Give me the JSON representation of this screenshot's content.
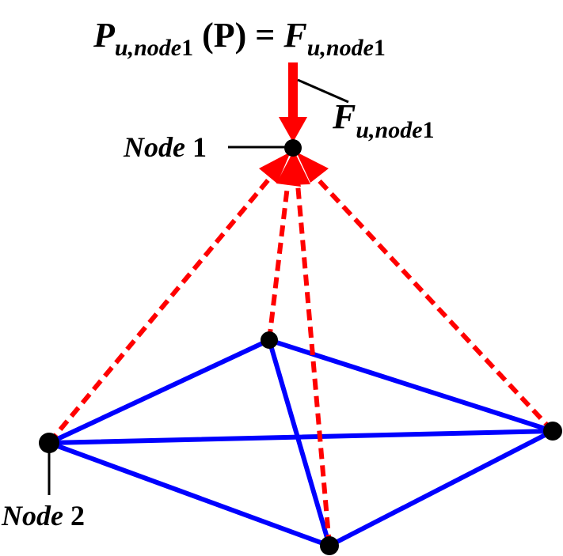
{
  "equation": {
    "lhs_symbol": "P",
    "lhs_subscript": "u,node",
    "lhs_subscript_index": "1",
    "lhs_argument": " (P) = ",
    "rhs_symbol": "F",
    "rhs_subscript": "u,node",
    "rhs_subscript_index": "1"
  },
  "force_label": {
    "symbol": "F",
    "subscript": "u,node",
    "subscript_index": "1"
  },
  "node1_label": {
    "word": "Node",
    "number": " 1"
  },
  "node2_label": {
    "word": "Node",
    "number": " 2"
  },
  "colors": {
    "support_members": "#0000ff",
    "load_paths": "#ff0000",
    "nodes": "#000000",
    "leader_lines": "#000000"
  }
}
